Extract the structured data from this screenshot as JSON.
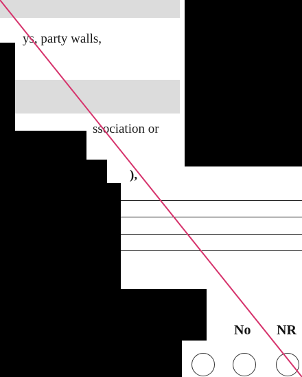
{
  "document": {
    "line1": "ys, party walls,",
    "line2": "ssociation or",
    "line3": "),",
    "answer_headers": {
      "no": "No",
      "nr": "NR"
    }
  },
  "colors": {
    "strike_line": "#d6336c",
    "redaction": "#000000",
    "highlight": "#dcdcdc"
  }
}
